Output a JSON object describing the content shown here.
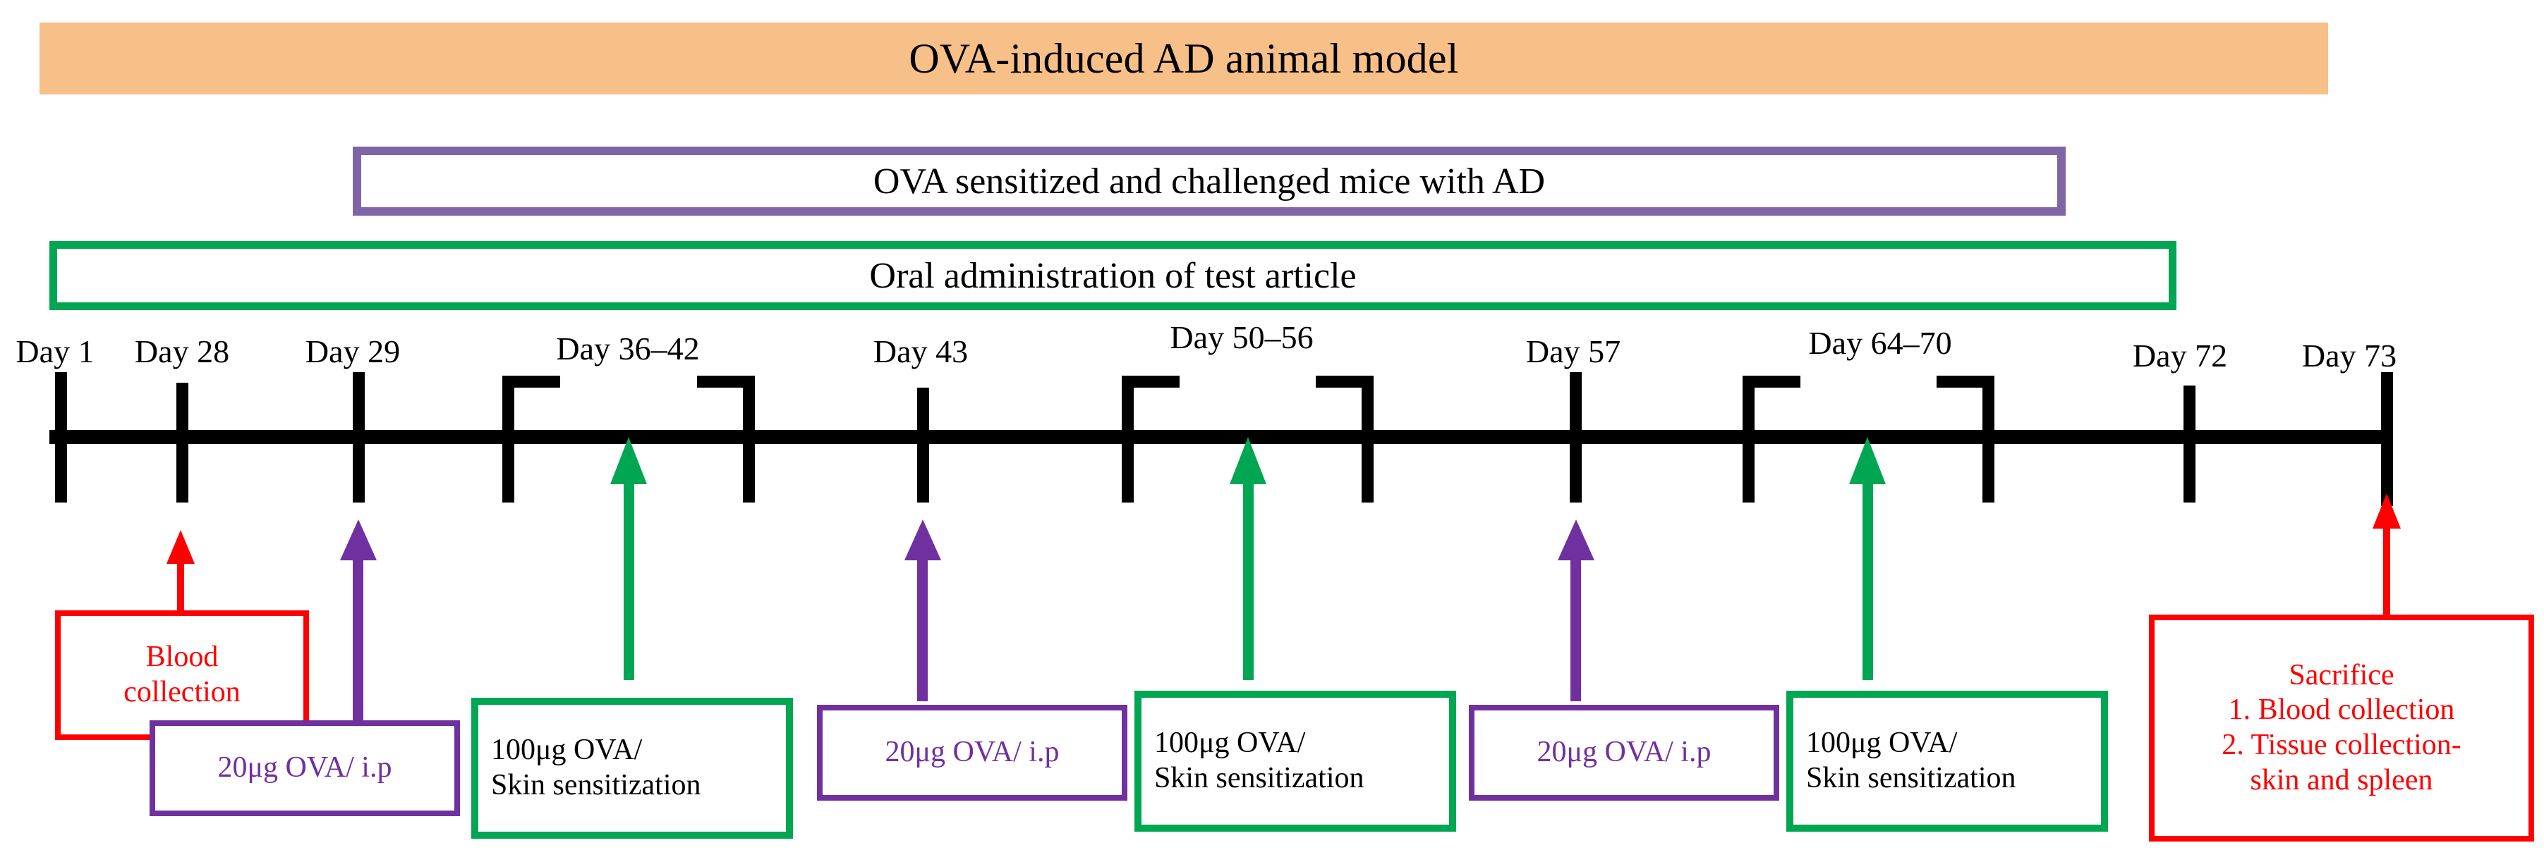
{
  "title": {
    "text": "OVA-induced AD animal model",
    "background_color": "#F8C089"
  },
  "phase_bars": [
    {
      "id": "sensitized",
      "label": "OVA sensitized and challenged mice with AD",
      "border_color": "#8065A6"
    },
    {
      "id": "oral",
      "label": "Oral administration of test article",
      "border_color": "#00A651"
    }
  ],
  "timeline": {
    "axis_color": "#000000",
    "day_labels": [
      {
        "id": "day-1",
        "text": "Day 1"
      },
      {
        "id": "day-28",
        "text": "Day 28"
      },
      {
        "id": "day-29",
        "text": "Day 29"
      },
      {
        "id": "day-36-42",
        "text": "Day 36–42"
      },
      {
        "id": "day-43",
        "text": "Day 43"
      },
      {
        "id": "day-50-56",
        "text": "Day 50–56"
      },
      {
        "id": "day-57",
        "text": "Day 57"
      },
      {
        "id": "day-64-70",
        "text": "Day 64–70"
      },
      {
        "id": "day-72",
        "text": "Day 72"
      },
      {
        "id": "day-73",
        "text": "Day 73"
      }
    ]
  },
  "callouts": [
    {
      "id": "blood-collection",
      "color": "#FF0000",
      "arrow_color": "#FF0000",
      "lines": [
        "Blood",
        "collection"
      ]
    },
    {
      "id": "ova-ip-1",
      "color": "#7030A0",
      "arrow_color": "#7030A0",
      "lines": [
        "20μg OVA/ i.p"
      ]
    },
    {
      "id": "skin-sens-1",
      "color": "#00A651",
      "arrow_color": "#00A651",
      "lines": [
        "100μg OVA/",
        "Skin sensitization"
      ]
    },
    {
      "id": "ova-ip-2",
      "color": "#7030A0",
      "arrow_color": "#7030A0",
      "lines": [
        "20μg OVA/ i.p"
      ]
    },
    {
      "id": "skin-sens-2",
      "color": "#00A651",
      "arrow_color": "#00A651",
      "lines": [
        "100μg OVA/",
        "Skin sensitization"
      ]
    },
    {
      "id": "ova-ip-3",
      "color": "#7030A0",
      "arrow_color": "#7030A0",
      "lines": [
        "20μg OVA/ i.p"
      ]
    },
    {
      "id": "skin-sens-3",
      "color": "#00A651",
      "arrow_color": "#00A651",
      "lines": [
        "100μg OVA/",
        "Skin sensitization"
      ]
    },
    {
      "id": "sacrifice",
      "color": "#FF0000",
      "arrow_color": "#FF0000",
      "lines": [
        "Sacrifice",
        "1. Blood collection",
        "2. Tissue collection-",
        "skin and spleen"
      ]
    }
  ]
}
